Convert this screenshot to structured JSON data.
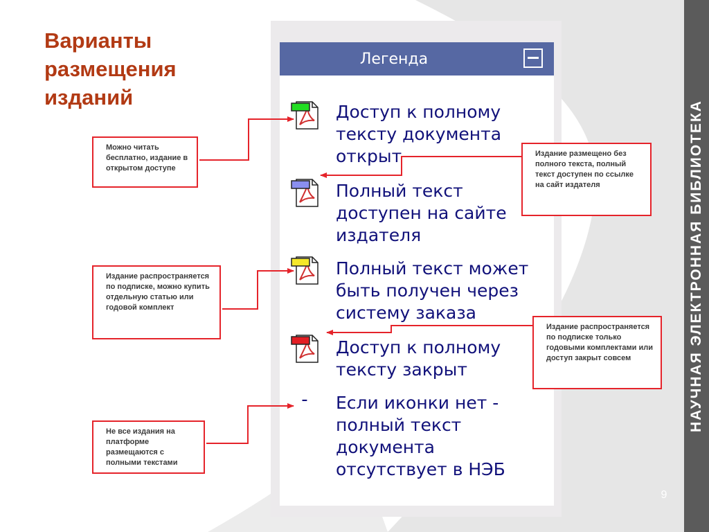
{
  "slide": {
    "title": "Варианты размещения изданий",
    "side_label": "НАУЧНАЯ ЭЛЕКТРОННАЯ БИБЛИОТЕКА",
    "page_number": "9"
  },
  "legend": {
    "title": "Легенда",
    "collapse_icon": "minus-square-icon",
    "items": [
      {
        "icon": "pdf-icon",
        "badge_color": "#22dd22",
        "label": "Доступ к полному тексту документа открыт"
      },
      {
        "icon": "pdf-icon",
        "badge_color": "#8a8ff0",
        "label": "Полный текст доступен на сайте издателя"
      },
      {
        "icon": "pdf-icon",
        "badge_color": "#f5e82a",
        "label": "Полный текст может быть получен через систему заказа"
      },
      {
        "icon": "pdf-icon",
        "badge_color": "#e31e24",
        "label": "Доступ к полному тексту закрыт"
      },
      {
        "icon": "dash",
        "symbol": "-",
        "label": "Если иконки нет - полный текст документа отсутствует в НЭБ"
      }
    ]
  },
  "callouts": {
    "free": "Можно читать бесплатно, издание в открытом доступе",
    "publisher": "Издание размещено без полного текста, полный текст доступен по ссылке на сайт издателя",
    "subscription": "Издание распространяется по подписке, можно купить отдельную статью или годовой комплект",
    "closed": "Издание распространяется по подписке только годовыми комплектами или доступ закрыт совсем",
    "no_fulltext": "Не все издания на платформе размещаются с полными текстами"
  },
  "colors": {
    "title": "#b23a14",
    "legend_header": "#5668a3",
    "legend_text": "#11117a",
    "callout_border": "#e5232a",
    "side_band": "#5b5b5b"
  }
}
